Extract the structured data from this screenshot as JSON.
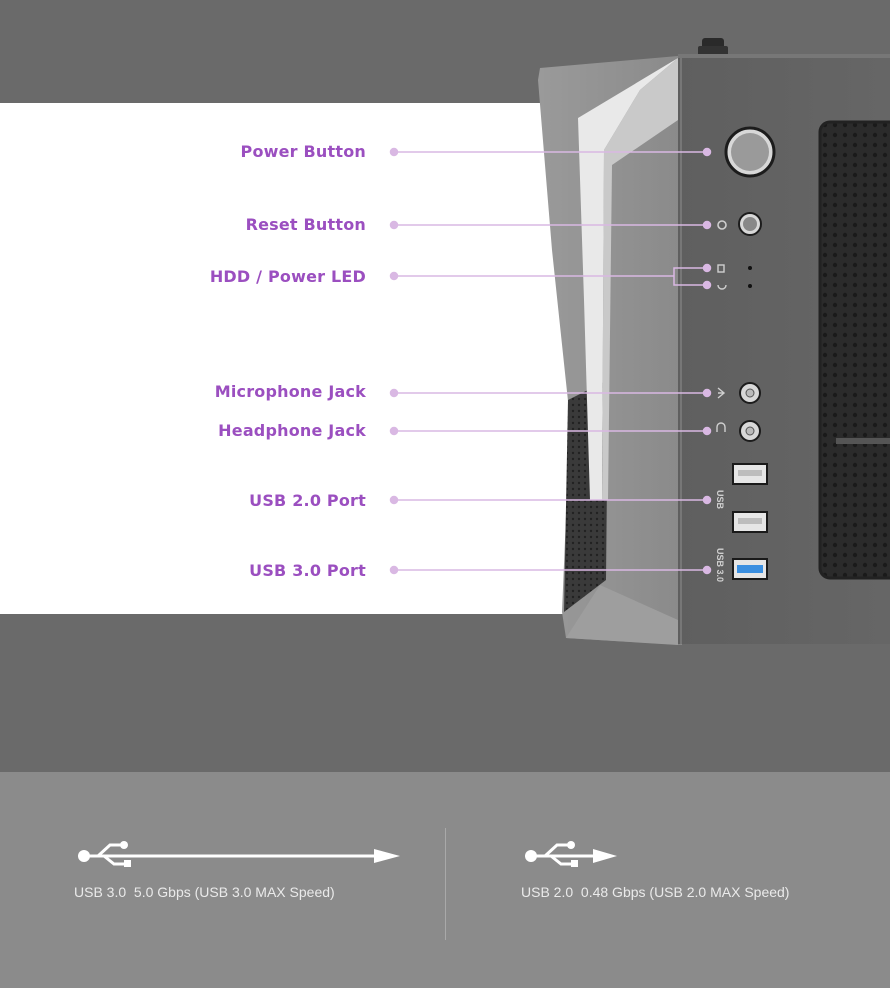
{
  "labels": {
    "power_button": "Power Button",
    "reset_button": "Reset Button",
    "hdd_power_led": "HDD / Power LED",
    "microphone_jack": "Microphone Jack",
    "headphone_jack": "Headphone Jack",
    "usb2_port": "USB 2.0 Port",
    "usb3_port": "USB 3.0 Port"
  },
  "panel_markings": {
    "usb": "USB",
    "usb3": "USB 3.0"
  },
  "specs": {
    "usb3": "USB 3.0  5.0 Gbps (USB 3.0 MAX Speed)",
    "usb2": "USB 2.0  0.48 Gbps (USB 2.0 MAX Speed)"
  },
  "icons": [
    "usb-icon",
    "power-icon",
    "reset-icon",
    "hdd-icon",
    "microphone-icon",
    "headphone-icon"
  ],
  "colors": {
    "label_purple": "#9b4fc0",
    "leader_line": "#d9b8e3",
    "usb3_blue": "#3b8fe0",
    "band_gray": "#6a6a6a",
    "spec_band": "#8b8b8b"
  }
}
